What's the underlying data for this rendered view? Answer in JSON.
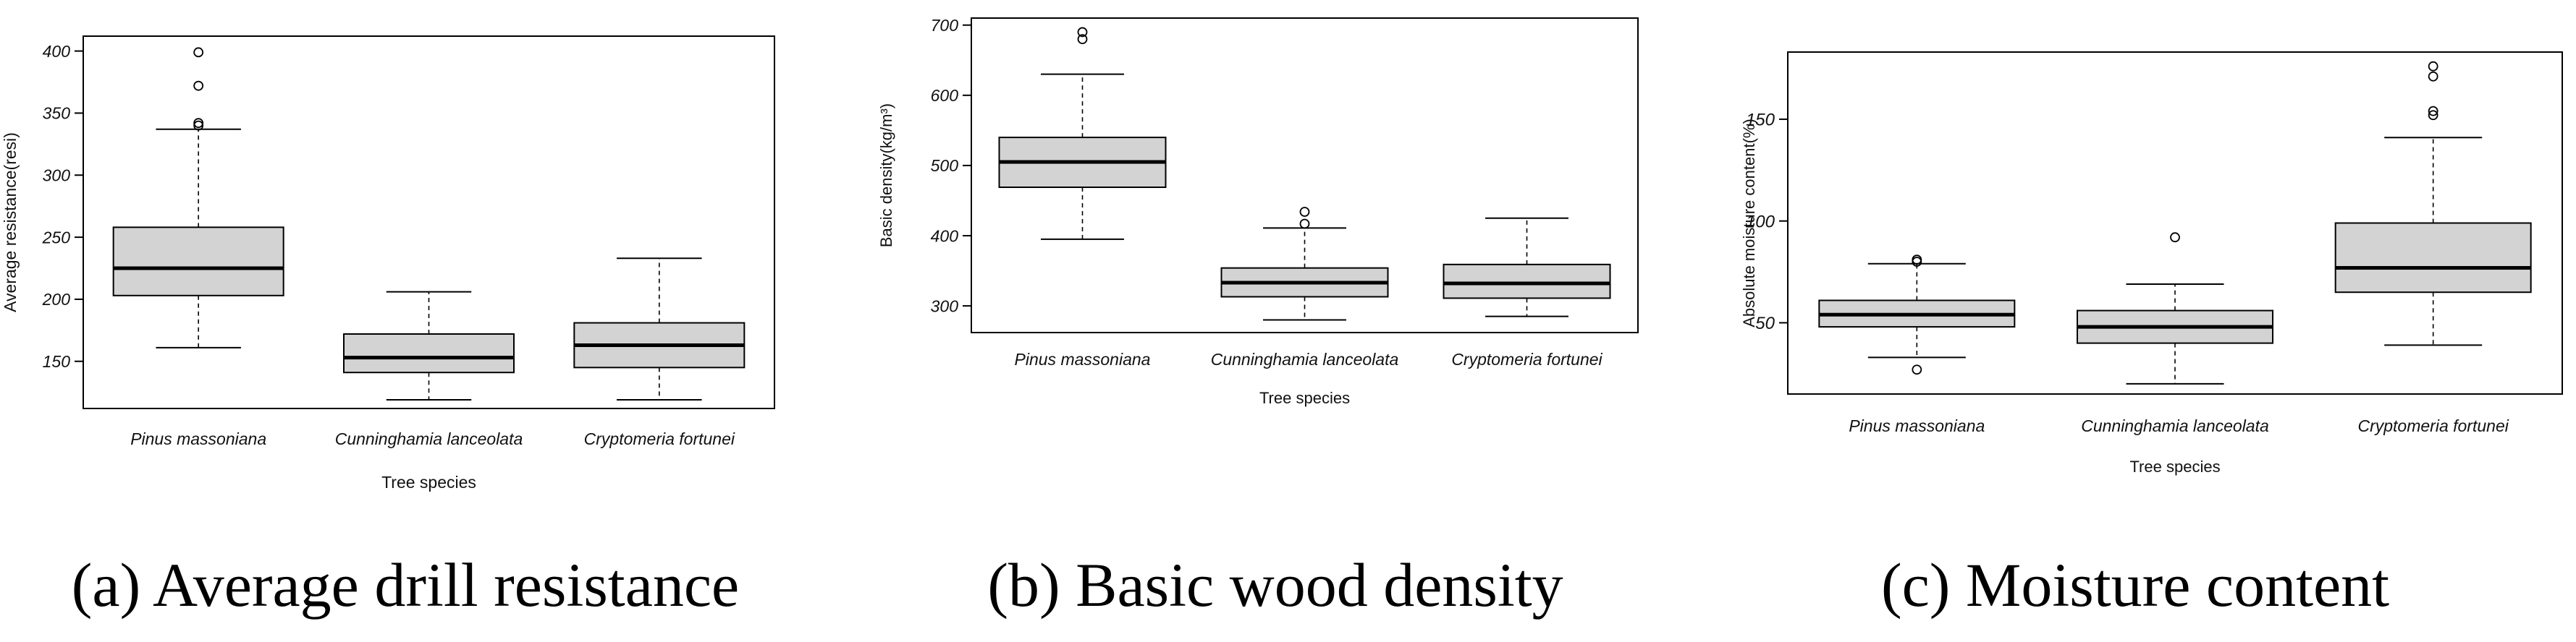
{
  "chart_data": [
    {
      "type": "box",
      "caption": "(a) Average drill resistance",
      "xlabel": "Tree species",
      "ylabel": "Average resistance(resi)",
      "ylim": [
        112,
        412
      ],
      "yticks": [
        150,
        200,
        250,
        300,
        350,
        400
      ],
      "categories": [
        "Pinus massoniana",
        "Cunninghamia lanceolata",
        "Cryptomeria fortunei"
      ],
      "series": [
        {
          "min": 161,
          "q1": 203,
          "median": 225,
          "q3": 258,
          "max": 337,
          "outliers": [
            340,
            342,
            372,
            399
          ]
        },
        {
          "min": 119,
          "q1": 141,
          "median": 153,
          "q3": 172,
          "max": 206,
          "outliers": []
        },
        {
          "min": 119,
          "q1": 145,
          "median": 163,
          "q3": 181,
          "max": 233,
          "outliers": []
        }
      ]
    },
    {
      "type": "box",
      "caption": "(b) Basic wood density",
      "xlabel": "Tree species",
      "ylabel": "Basic density(kg/m³)",
      "ylim": [
        262,
        710
      ],
      "yticks": [
        300,
        400,
        500,
        600,
        700
      ],
      "categories": [
        "Pinus massoniana",
        "Cunninghamia lanceolata",
        "Cryptomeria fortunei"
      ],
      "series": [
        {
          "min": 395,
          "q1": 469,
          "median": 505,
          "q3": 540,
          "max": 630,
          "outliers": [
            680,
            690
          ]
        },
        {
          "min": 280,
          "q1": 313,
          "median": 333,
          "q3": 354,
          "max": 411,
          "outliers": [
            417,
            434
          ]
        },
        {
          "min": 285,
          "q1": 311,
          "median": 332,
          "q3": 359,
          "max": 425,
          "outliers": []
        }
      ]
    },
    {
      "type": "box",
      "caption": "(c) Moisture content",
      "xlabel": "Tree species",
      "ylabel": "Absolute moisture content(%)",
      "ylim": [
        15,
        183
      ],
      "yticks": [
        50,
        100,
        150
      ],
      "categories": [
        "Pinus massoniana",
        "Cunninghamia lanceolata",
        "Cryptomeria fortunei"
      ],
      "series": [
        {
          "min": 33,
          "q1": 48,
          "median": 54,
          "q3": 61,
          "max": 79,
          "outliers": [
            27,
            80,
            81
          ]
        },
        {
          "min": 20,
          "q1": 40,
          "median": 48,
          "q3": 56,
          "max": 69,
          "outliers": [
            92
          ]
        },
        {
          "min": 39,
          "q1": 65,
          "median": 77,
          "q3": 99,
          "max": 141,
          "outliers": [
            152,
            154,
            171,
            176
          ]
        }
      ]
    }
  ],
  "colors": {
    "box_fill": "#d3d3d3",
    "stroke": "#000000",
    "caption": "#000000"
  }
}
